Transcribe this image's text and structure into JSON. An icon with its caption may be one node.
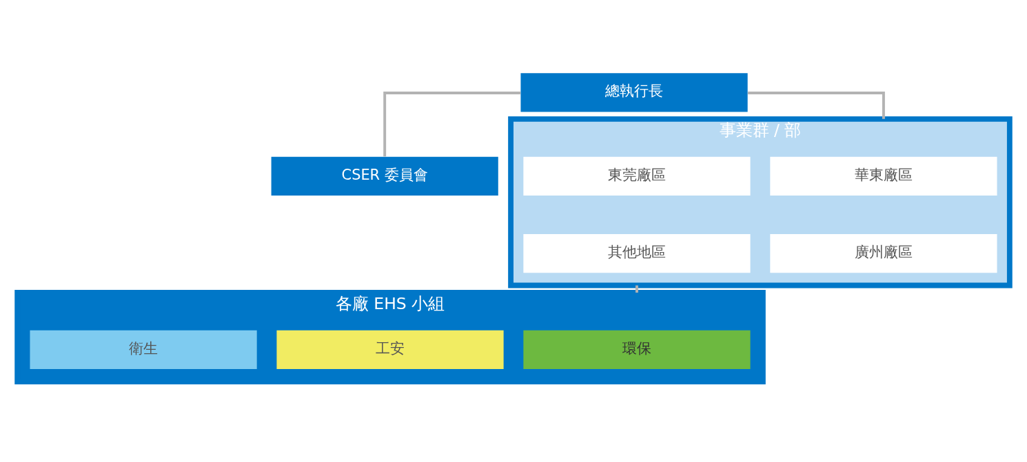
{
  "diagram": {
    "nodes": [
      {
        "text": [
          "總執行長"
        ]
      },
      {
        "text": [
          "CSER 委員會"
        ]
      },
      {
        "text": [
          "事業群 / 部"
        ]
      },
      {
        "text": [
          "華東廠區"
        ],
        "in": 2
      },
      {
        "text": [
          "東莞廠區"
        ],
        "in": 2
      },
      {
        "text": [
          "廣州廠區"
        ],
        "in": 2
      },
      {
        "text": [
          "其他地區"
        ],
        "in": 2
      },
      {
        "text": [
          "各廠 EHS 小組"
        ]
      },
      {
        "text": [
          "環保"
        ],
        "in": 7
      },
      {
        "text": [
          "工安"
        ],
        "in": 7
      },
      {
        "text": [
          "衛生"
        ],
        "in": 7
      }
    ],
    "edges": [
      {
        "from": 0,
        "to": 2,
        "arrow": "none"
      },
      {
        "from": 0,
        "to": 1,
        "arrow": "none"
      },
      {
        "from": 2,
        "to": 7,
        "arrow": "none"
      }
    ]
  }
}
